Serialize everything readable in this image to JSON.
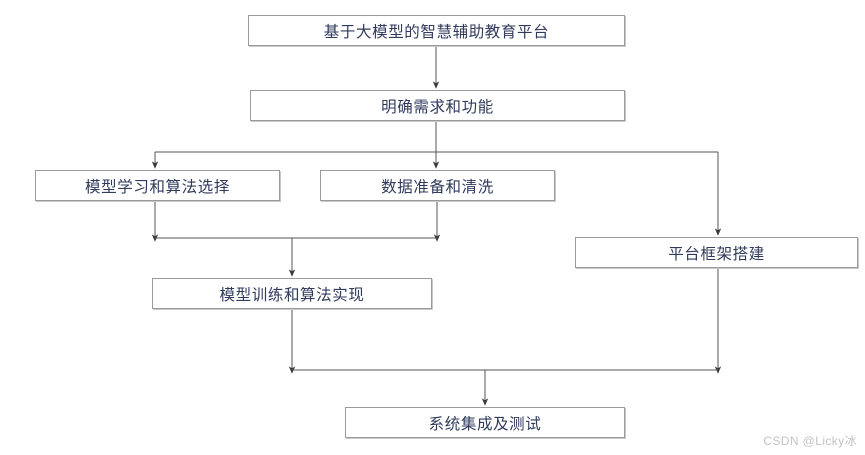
{
  "diagram": {
    "title_text": "基于大模型的智慧辅助教育平台",
    "type": "flowchart",
    "orientation": "top-to-bottom",
    "background_color": "#FFFFFF",
    "node_border_color": "#9A9A9A",
    "node_text_color": "#2F3A5C",
    "connector_color": "#555555",
    "nodes": [
      {
        "id": "platform",
        "label": "基于大模型的智慧辅助教育平台"
      },
      {
        "id": "requirement",
        "label": "明确需求和功能"
      },
      {
        "id": "modelsel",
        "label": "模型学习和算法选择"
      },
      {
        "id": "datprep",
        "label": "数据准备和清洗"
      },
      {
        "id": "framework",
        "label": "平台框架搭建"
      },
      {
        "id": "training",
        "label": "模型训练和算法实现"
      },
      {
        "id": "integration",
        "label": "系统集成及测试"
      }
    ],
    "edges": [
      {
        "from": "platform",
        "to": "requirement"
      },
      {
        "from": "requirement",
        "to": "modelsel"
      },
      {
        "from": "requirement",
        "to": "datprep"
      },
      {
        "from": "requirement",
        "to": "framework"
      },
      {
        "from": "modelsel",
        "to": "training"
      },
      {
        "from": "datprep",
        "to": "training"
      },
      {
        "from": "training",
        "to": "integration"
      },
      {
        "from": "framework",
        "to": "integration"
      }
    ]
  },
  "watermark": {
    "text": "CSDN @Licky冰"
  }
}
